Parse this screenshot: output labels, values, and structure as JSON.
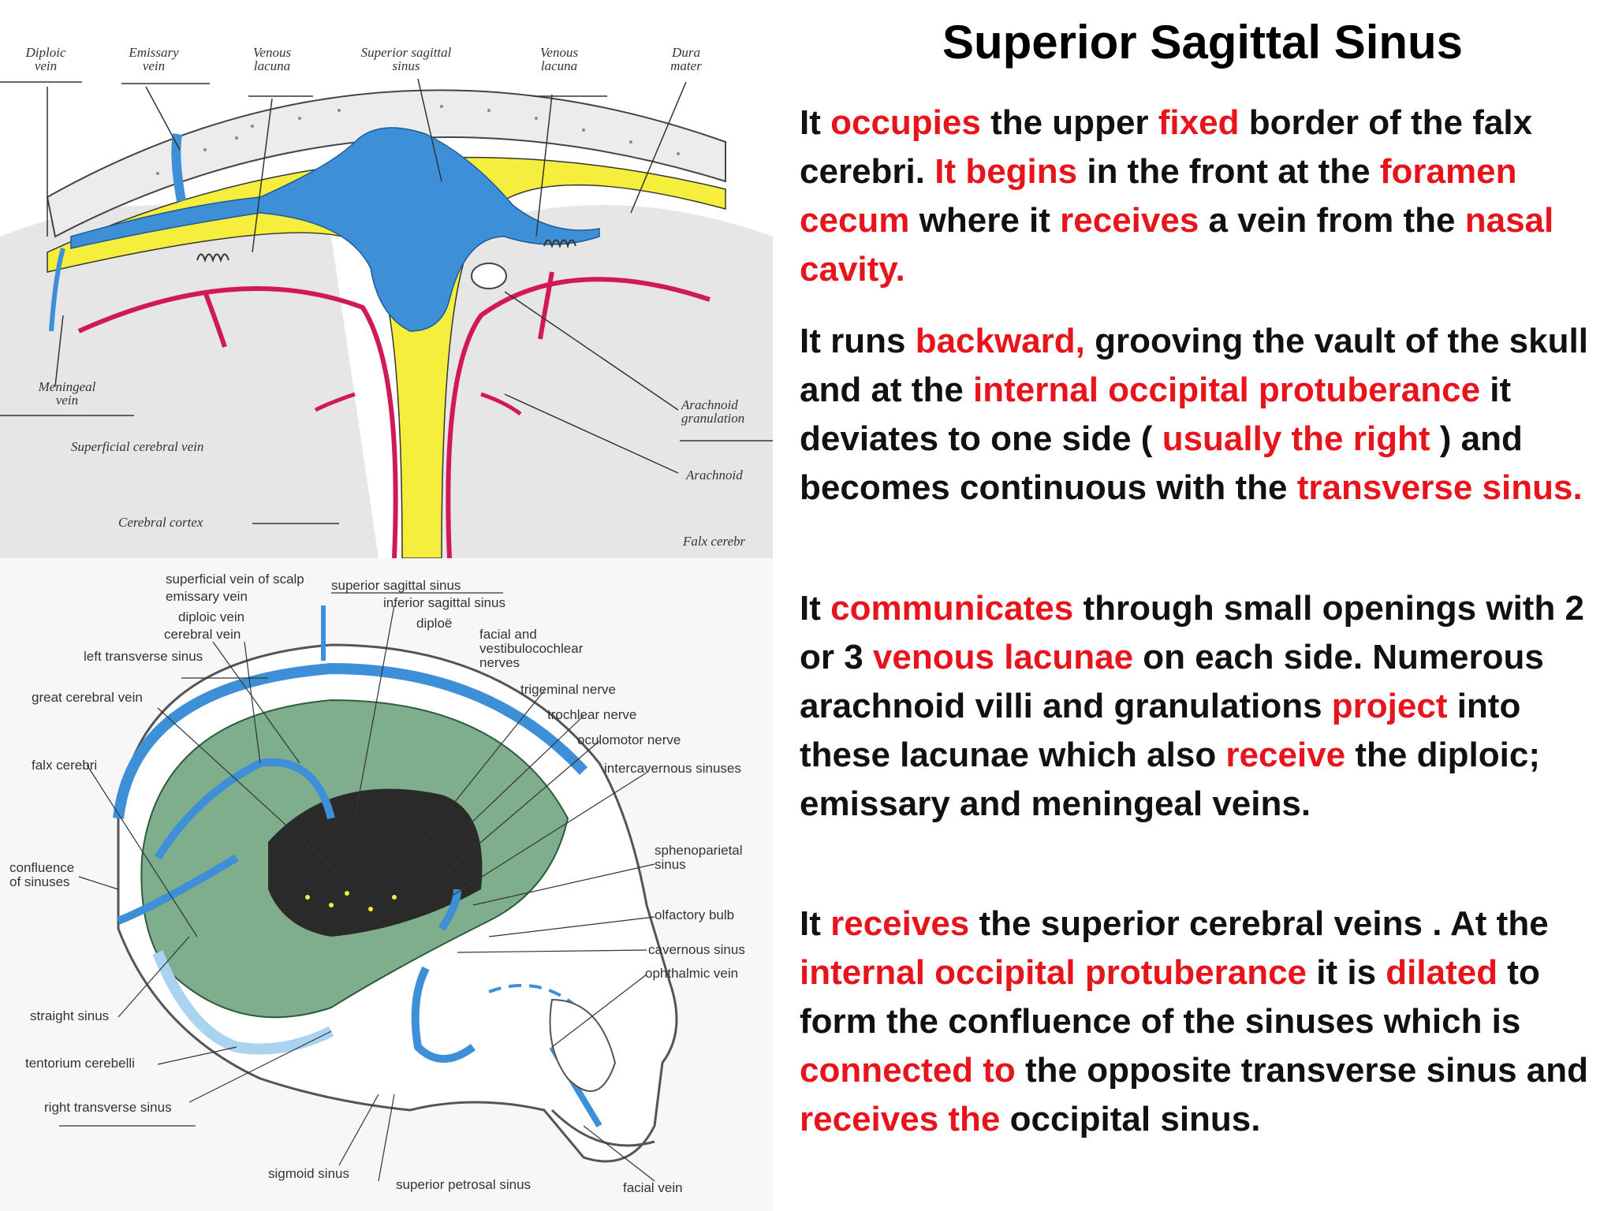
{
  "title": "Superior Sagittal Sinus",
  "paragraphs": [
    [
      {
        "t": "It ",
        "r": false
      },
      {
        "t": "occupies",
        "r": true
      },
      {
        "t": " the upper ",
        "r": false
      },
      {
        "t": "fixed",
        "r": true
      },
      {
        "t": " border of the falx cerebri. ",
        "r": false
      },
      {
        "t": "It begins",
        "r": true
      },
      {
        "t": " in the front at the ",
        "r": false
      },
      {
        "t": "foramen cecum",
        "r": true
      },
      {
        "t": " where it ",
        "r": false
      },
      {
        "t": "receives",
        "r": true
      },
      {
        "t": " a vein from the ",
        "r": false
      },
      {
        "t": "nasal cavity.",
        "r": true
      }
    ],
    [
      {
        "t": "It runs ",
        "r": false
      },
      {
        "t": "backward,",
        "r": true
      },
      {
        "t": " grooving the vault of the skull and at the ",
        "r": false
      },
      {
        "t": "internal occipital protuberance",
        "r": true
      },
      {
        "t": " it deviates to one side ( ",
        "r": false
      },
      {
        "t": "usually the right",
        "r": true
      },
      {
        "t": " ) and becomes continuous with the  ",
        "r": false
      },
      {
        "t": "transverse sinus.",
        "r": true
      }
    ],
    [
      {
        "t": "It ",
        "r": false
      },
      {
        "t": "communicates",
        "r": true
      },
      {
        "t": " through small openings with 2 or 3 ",
        "r": false
      },
      {
        "t": "venous lacunae",
        "r": true
      },
      {
        "t": " on each side. Numerous arachnoid villi and granulations ",
        "r": false
      },
      {
        "t": "project",
        "r": true
      },
      {
        "t": " into these lacunae which also ",
        "r": false
      },
      {
        "t": "receive",
        "r": true
      },
      {
        "t": "  the diploic; emissary and meningeal veins.",
        "r": false
      }
    ],
    [
      {
        "t": "It ",
        "r": false
      },
      {
        "t": "receives",
        "r": true
      },
      {
        "t": " the superior cerebral veins . At the ",
        "r": false
      },
      {
        "t": "internal occipital protuberance",
        "r": true
      },
      {
        "t": " it is ",
        "r": false
      },
      {
        "t": "dilated",
        "r": true
      },
      {
        "t": " to form the confluence of the sinuses which is ",
        "r": false
      },
      {
        "t": "connected to",
        "r": true
      },
      {
        "t": " the opposite transverse sinus and ",
        "r": false
      },
      {
        "t": "receives the",
        "r": true
      },
      {
        "t": " occipital sinus.",
        "r": false
      }
    ]
  ],
  "top_figure_labels": {
    "diploic_vein": "Diploic\nvein",
    "emissary_vein": "Emissary\nvein",
    "venous_lacuna_left": "Venous\nlacuna",
    "superior_sagittal_sinus": "Superior sagittal\nsinus",
    "venous_lacuna_right": "Venous\nlacuna",
    "dura_mater": "Dura\nmater",
    "meningeal_vein": "Meningeal\nvein",
    "superficial_cerebral_vein": "Superficial cerebral vein",
    "arachnoid_granulation": "Arachnoid\ngranulation",
    "arachnoid": "Arachnoid",
    "cerebral_cortex": "Cerebral cortex",
    "falx_cerebri": "Falx cerebr"
  },
  "bottom_figure_labels": {
    "superficial_vein_of_scalp": "superficial vein of scalp",
    "superior_sagittal_sinus": "superior sagittal sinus",
    "emissary_vein": "emissary vein",
    "inferior_sagittal_sinus": "inferior sagittal sinus",
    "diploic_vein": "diploic vein",
    "diploe": "diploë",
    "cerebral_vein": "cerebral vein",
    "facial_vestibulocochlear": "facial and\nvestibulocochlear\nnerves",
    "left_transverse_sinus": "left transverse sinus",
    "trigeminal_nerve": "trigeminal nerve",
    "great_cerebral_vein": "great cerebral vein",
    "trochlear_nerve": "trochlear nerve",
    "oculomotor_nerve": "oculomotor nerve",
    "falx_cerebri": "falx cerebri",
    "intercavernous_sinuses": "intercavernous sinuses",
    "sphenoparietal_sinus": "sphenoparietal\nsinus",
    "confluence_of_sinuses": "confluence\nof sinuses",
    "olfactory_bulb": "olfactory bulb",
    "cavernous_sinus": "cavernous sinus",
    "ophthalmic_vein": "ophthalmic vein",
    "straight_sinus": "straight sinus",
    "tentorium_cerebelli": "tentorium cerebelli",
    "right_transverse_sinus": "right transverse sinus",
    "sigmoid_sinus": "sigmoid sinus",
    "superior_petrosal_sinus": "superior petrosal sinus",
    "facial_vein": "facial vein"
  },
  "colors": {
    "accent_red": "#e8141c",
    "sinus_blue": "#3d8fd8",
    "dura_yellow": "#f5ee3c",
    "cortex_vein_red": "#d1195a",
    "brain_green": "#7fae8c"
  }
}
